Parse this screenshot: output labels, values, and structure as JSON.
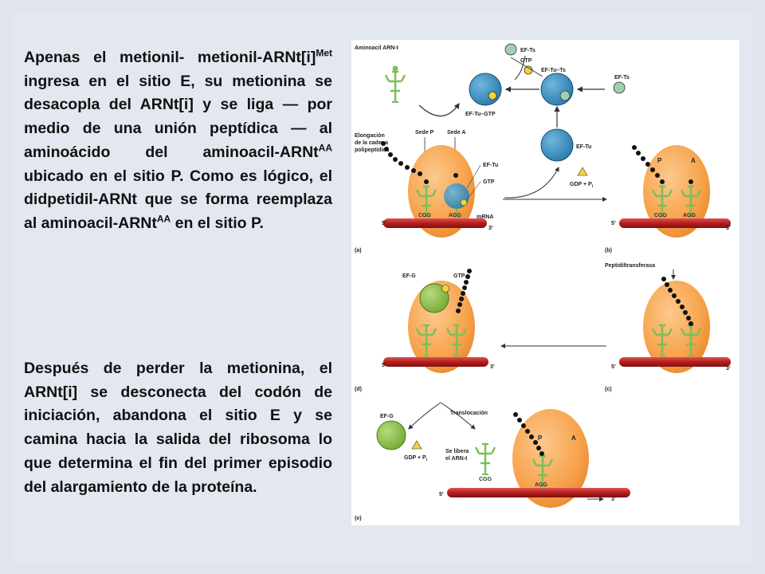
{
  "text": {
    "p1_part1": "Apenas el metionil- metionil-ARNt[i]",
    "p1_sup1": "Met",
    "p1_part2": " ingresa en el sitio E, su metionina se desacopla del ARNt[i] y se liga — por medio de una unión peptídica — al aminoácido del aminoacil-ARNt",
    "p1_sup2": "AA",
    "p1_part3": " ubicado en el sitio P.  Como es lógico, el didpetidil-ARNt que se forma reemplaza al aminoacil-ARNt",
    "p1_sup3": "AA",
    "p1_part4": " en el sitio P.",
    "p2": "Después de perder la metionina, el ARNt[i] se desconecta del codón de iniciación, abandona el sitio E y se camina hacia la salida del ribosoma lo que determina el fin del primer episodio del alargamiento de la proteína."
  },
  "figure": {
    "aminoacil": "Aminoacil ARN-t",
    "ef_ts": "EF-Ts",
    "gtp": "GTP",
    "ef_tu_ts": "EF-Tu–Ts",
    "ef_tu_gtp": "EF-Tu–GTP",
    "ef_tu": "EF-Tu",
    "elong1": "Elongación",
    "elong2": "de la cadena",
    "elong3": "polipeptídica",
    "sede_p": "Sede P",
    "sede_a": "Sede A",
    "gdp": "GDP + P",
    "gdp_sub": "i",
    "mrna": "mRNA",
    "five": "5’",
    "three": "3’",
    "p": "P",
    "a": "A",
    "cgg": "CGG",
    "agg": "AGG",
    "label_a": "(a)",
    "label_b": "(b)",
    "label_c": "(c)",
    "label_d": "(d)",
    "label_e": "(e)",
    "peptidil": "Peptidiltransferasa",
    "ef_g": "EF-G",
    "transloc": "Translocación",
    "libera1": "Se libera",
    "libera2": "el ARN-t"
  },
  "colors": {
    "ribosome": "#f7a24b",
    "ef_tu": "#3a8fbf",
    "ef_g": "#8cc04a",
    "trna": "#7bbf5a",
    "mrna": "#c0282a",
    "gtp": "#f6d23a"
  }
}
